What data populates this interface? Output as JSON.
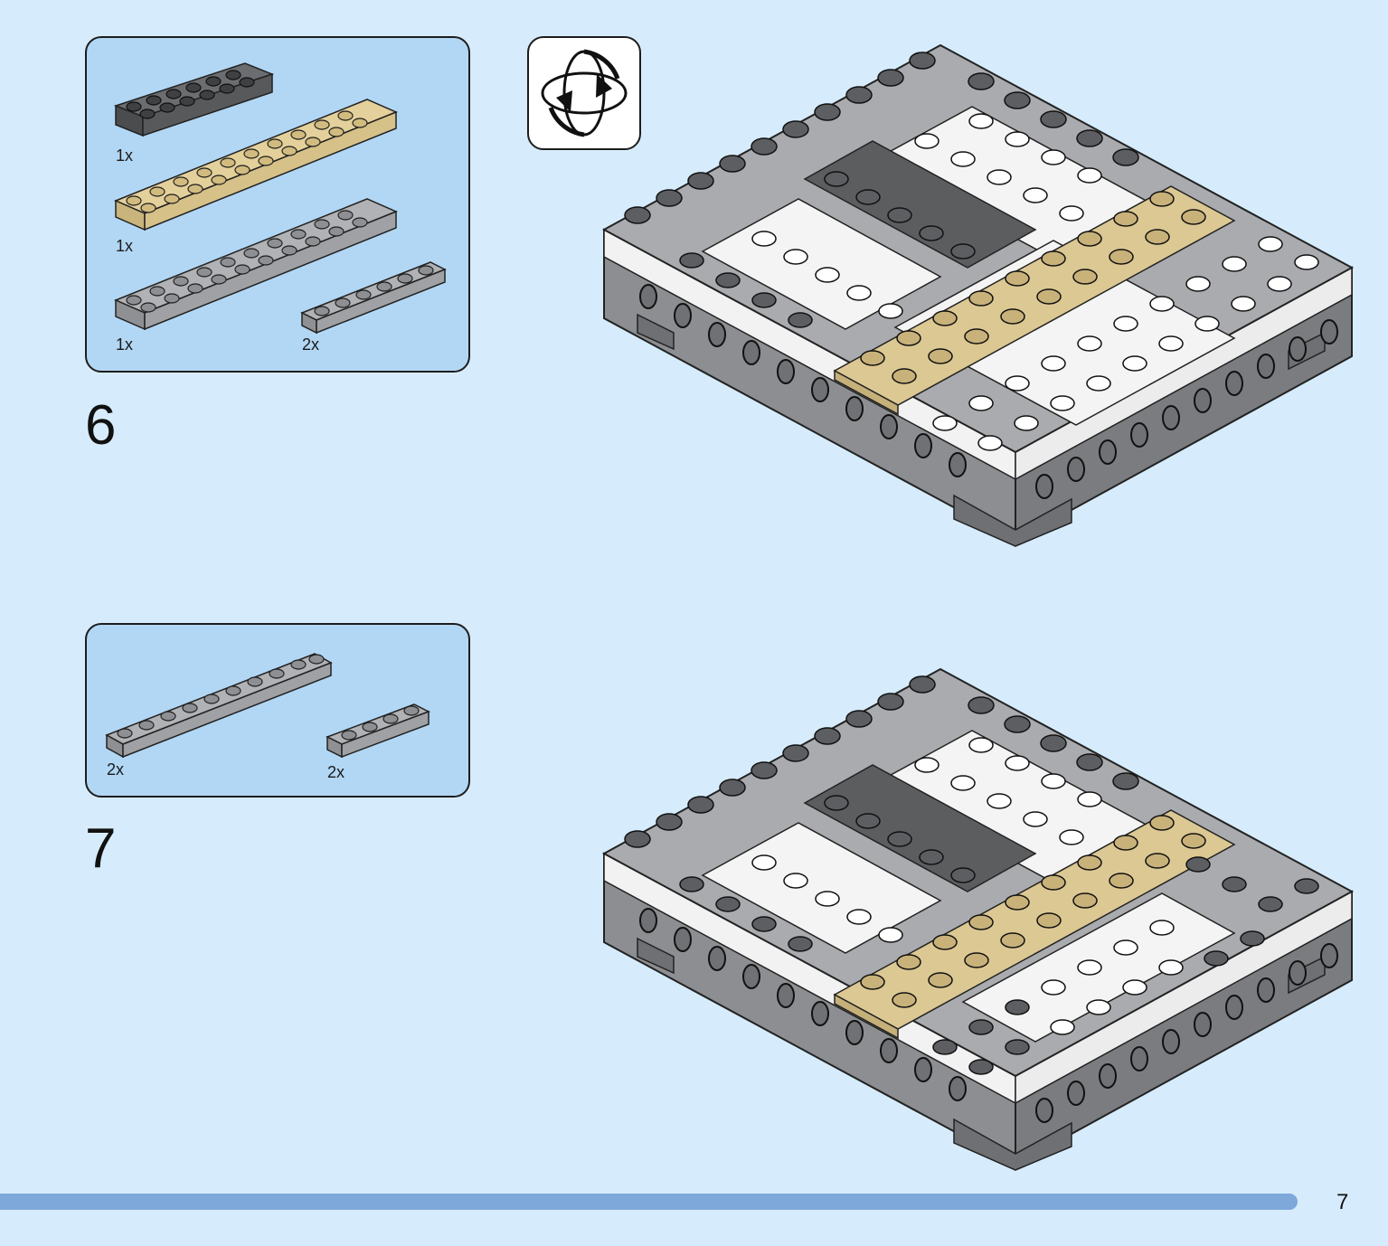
{
  "step6": {
    "number": "6",
    "parts": [
      {
        "qty": "1x",
        "color": "dark-gray",
        "size": "2x6 plate"
      },
      {
        "qty": "1x",
        "color": "tan",
        "size": "2x10 plate"
      },
      {
        "qty": "1x",
        "color": "light-gray",
        "size": "2x10 plate"
      },
      {
        "qty": "2x",
        "color": "light-gray",
        "size": "1x6 plate"
      }
    ]
  },
  "step7": {
    "number": "7",
    "parts": [
      {
        "qty": "2x",
        "color": "light-gray",
        "size": "1x10 plate"
      },
      {
        "qty": "2x",
        "color": "light-gray",
        "size": "1x4 plate"
      }
    ]
  },
  "rotate_icon": "rotate-model-icon",
  "page_number": "7",
  "colors": {
    "background": "#d6ecfc",
    "parts_box": "#b2d7f4",
    "footer_bar": "#7ea7da",
    "dark_gray": "#5b5d5f",
    "light_gray": "#a2a4a7",
    "tan": "#dcc893",
    "white": "#f4f4f4"
  }
}
